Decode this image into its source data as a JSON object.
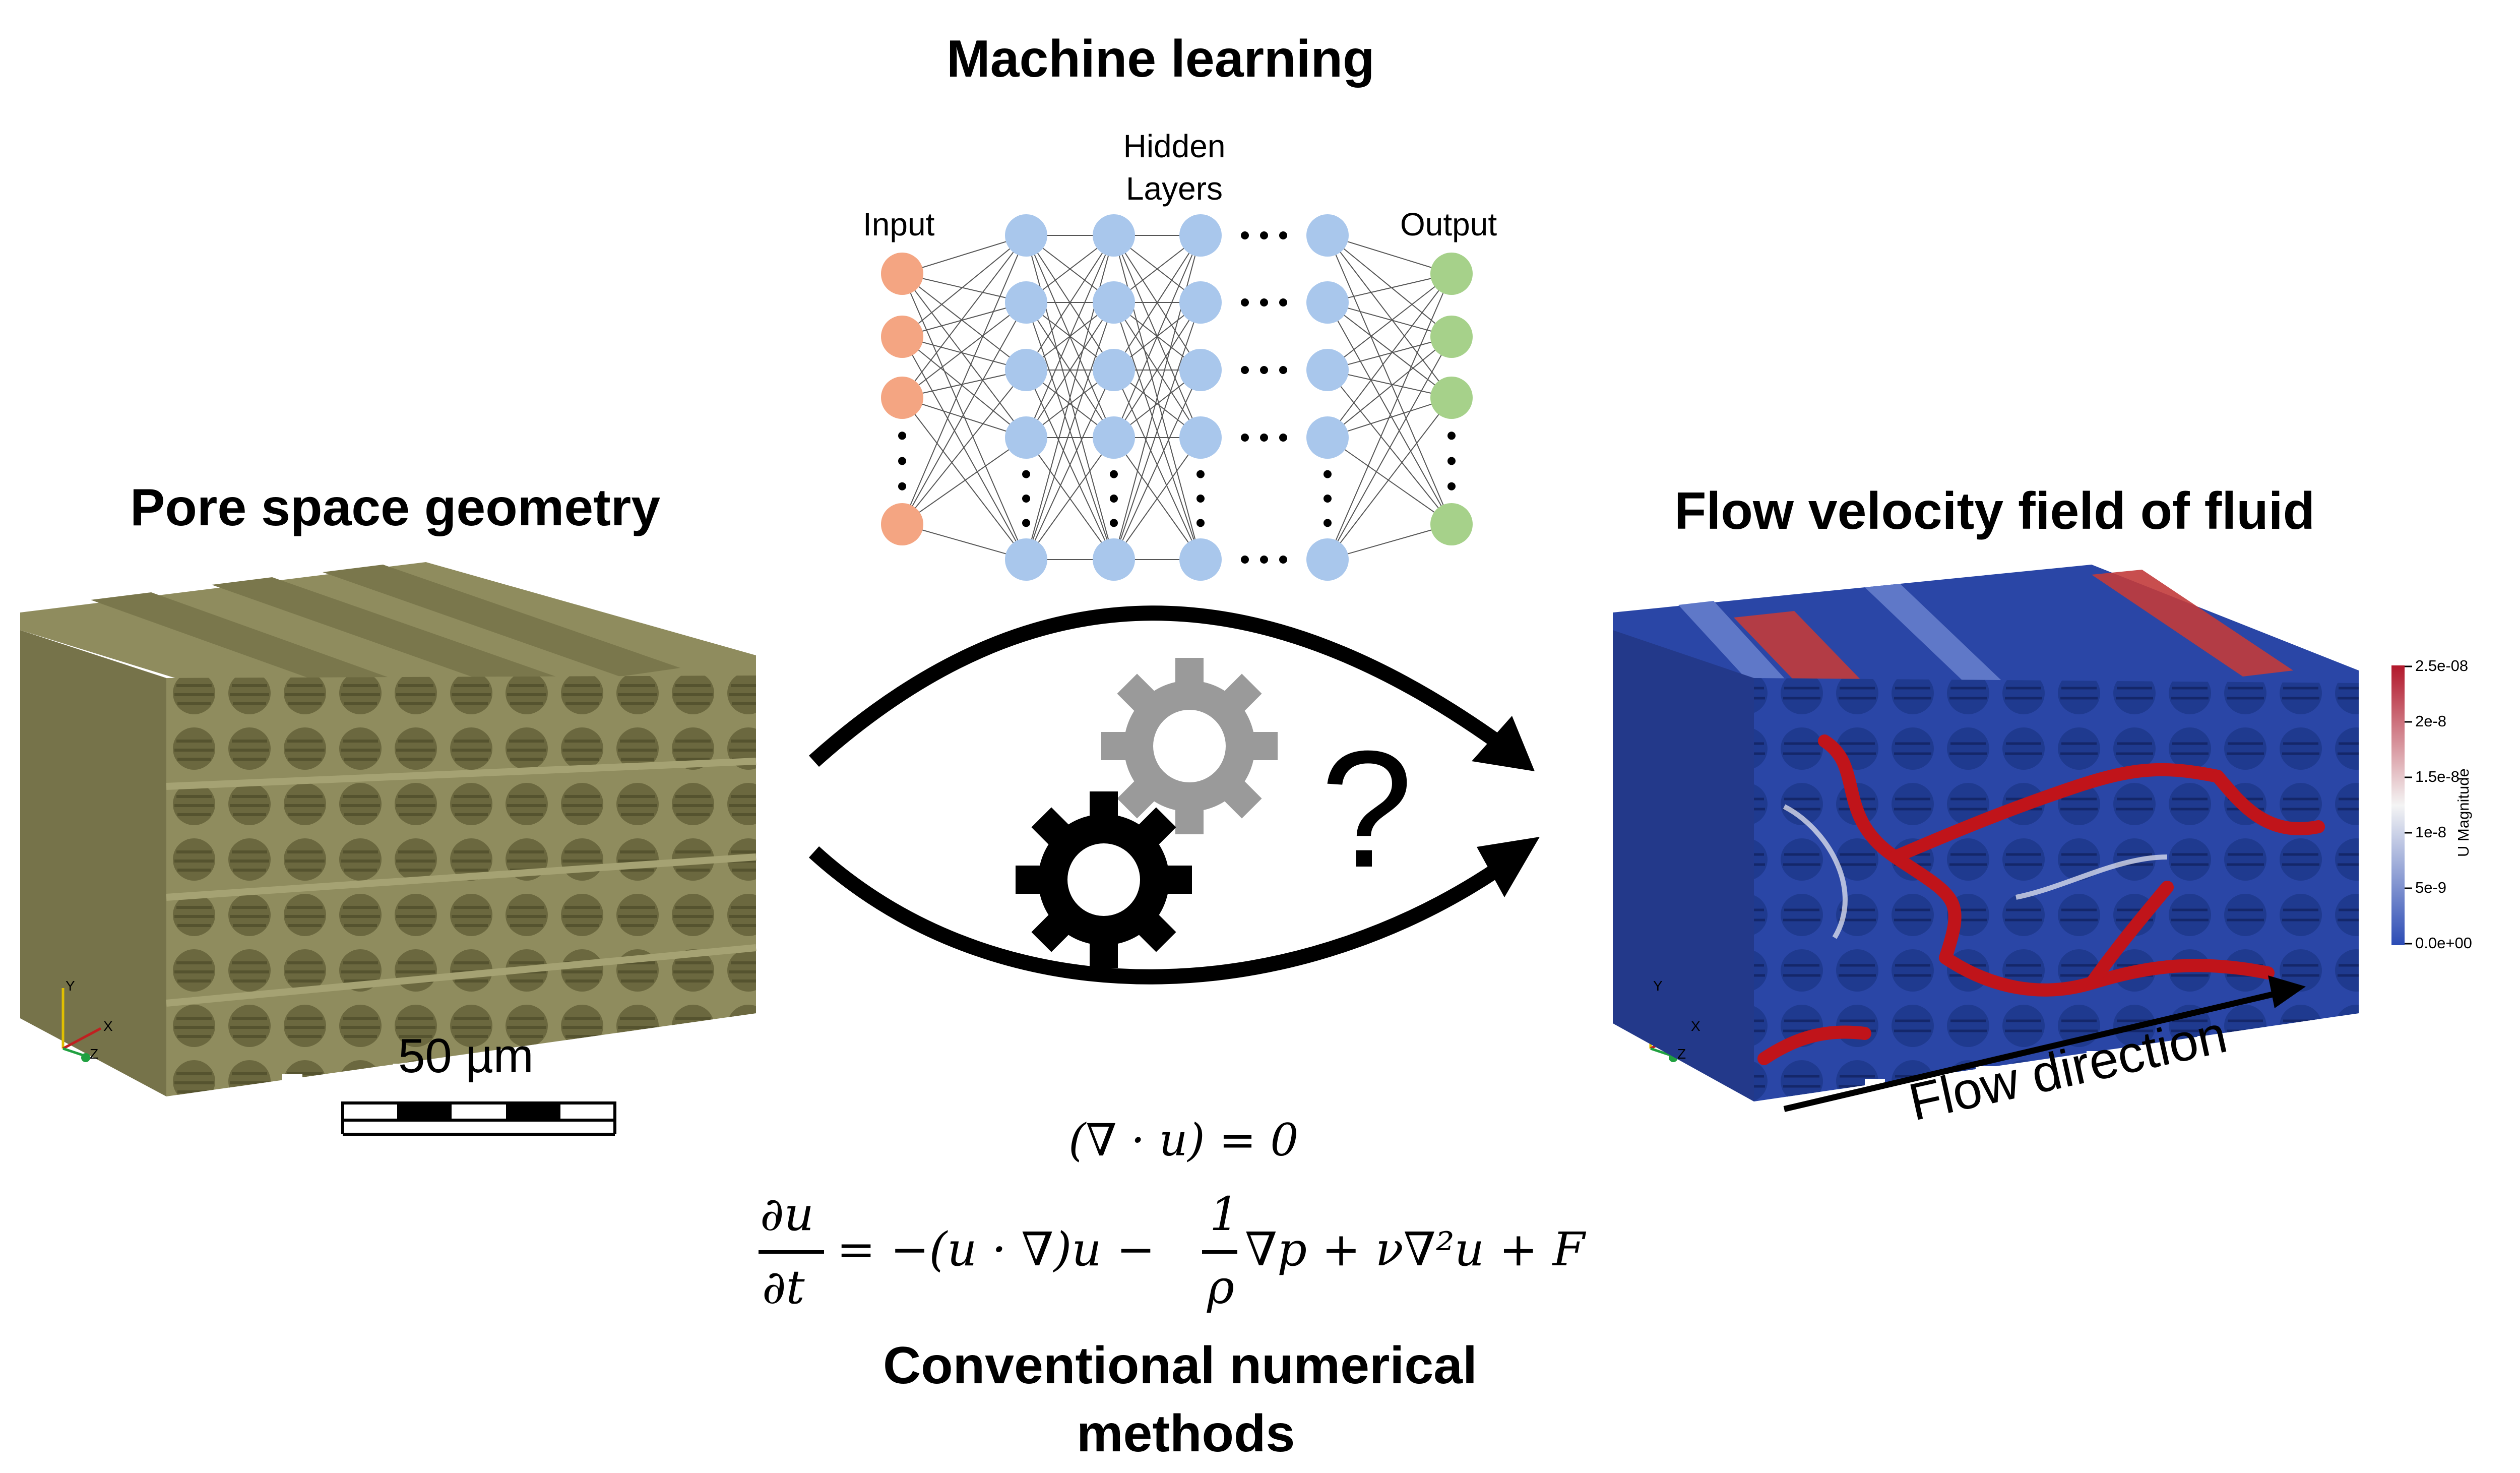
{
  "titles": {
    "machine_learning": "Machine learning",
    "pore_space": "Pore space geometry",
    "flow_velocity": "Flow velocity field of fluid",
    "conventional": [
      "Conventional numerical",
      "methods"
    ]
  },
  "network": {
    "input_label": "Input",
    "hidden_label": [
      "Hidden",
      "Layers"
    ],
    "output_label": "Output",
    "input_color": "#f4a582",
    "hidden_color": "#a9c7ec",
    "output_color": "#a6d18a"
  },
  "scale_bar": {
    "label": "50 µm"
  },
  "flow_direction_label": "Flow direction",
  "question_mark": "?",
  "colorbar": {
    "title": "U Magnitude",
    "ticks": [
      "2.5e-08",
      "2e-8",
      "1.5e-8",
      "1e-8",
      "5e-9",
      "0.0e+00"
    ],
    "colors": [
      "#b2182b",
      "#f4f4f4",
      "#2b4bb5"
    ]
  },
  "equations": {
    "continuity": "(∇ · u) = 0",
    "lhs_num": "∂u",
    "lhs_den": "∂t",
    "rhs_a": "= −(u · ∇)u  −",
    "frac_num": "1",
    "frac_den": "ρ",
    "rhs_b": "∇p +  ν∇²u + F"
  },
  "axis_labels": {
    "y": "Y",
    "x": "X",
    "z": "Z"
  },
  "colors": {
    "pore_solid": "#8f8c5e",
    "pore_dark": "#6e6b45",
    "field_blue": "#2a46a6",
    "field_red": "#b3141b",
    "gear_gray": "#9a9a9a"
  }
}
